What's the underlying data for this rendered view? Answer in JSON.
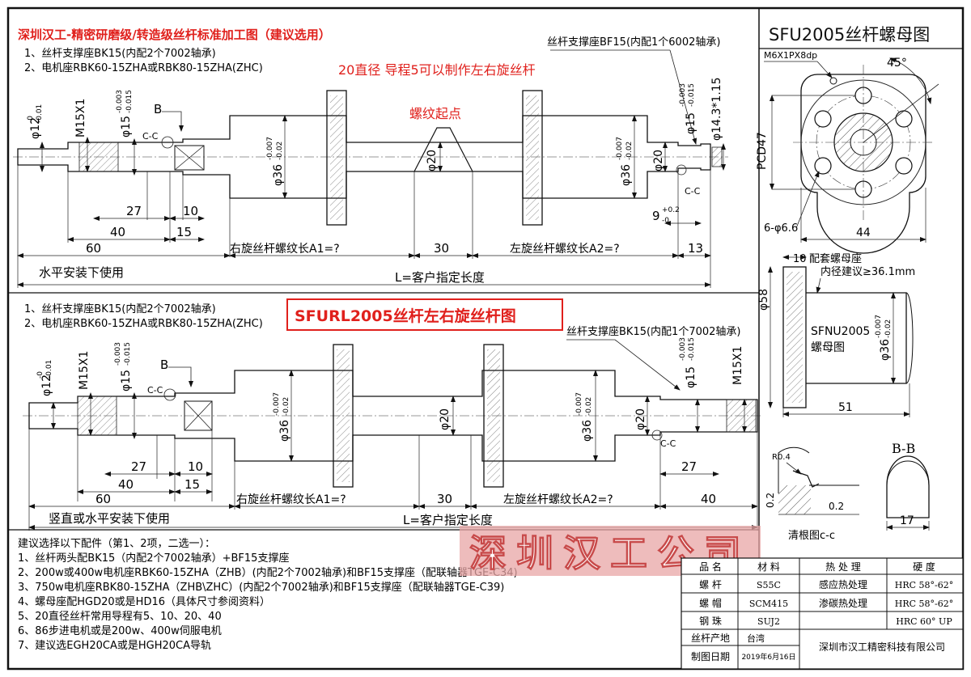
{
  "header": {
    "title": "深圳汉工-精密研磨级/转造级丝杆标准加工图（建议选用）",
    "top_title": "SFU2005丝杆螺母图"
  },
  "top_drawing": {
    "notes": [
      "1、丝杆支撑座BK15(内配2个7002轴承)",
      "2、电机座RBK60-15ZHA或RBK80-15ZHA(ZHC)"
    ],
    "red_note": "20直径 导程5可以制作左右旋丝杆",
    "thread_start": "螺纹起点",
    "bf15_label": "丝杆支撑座BF15(内配1个6002轴承)",
    "b_label": "B",
    "cc_label": "C-C",
    "dims": {
      "d12": "φ12",
      "d12_tol_up": "-0",
      "d12_tol_dn": "-0.01",
      "m15": "M15X1",
      "d15": "φ15",
      "d15_tol_up": "-0.003",
      "d15_tol_dn": "-0.015",
      "d36": "φ36",
      "d36_tol_up": "-0.007",
      "d36_tol_dn": "-0.02",
      "d20_mid": "φ20",
      "d20_right": "φ20",
      "d14": "φ14.3*1.15",
      "d36r": "φ36",
      "d36r_tol_up": "-0.007",
      "d36r_tol_dn": "-0.02",
      "d15r": "φ15",
      "d15r_tol_up": "-0.003",
      "d15r_tol_dn": "-0.015",
      "l27": "27",
      "l10": "10",
      "l40": "40",
      "l15": "15",
      "l60": "60",
      "l30": "30",
      "l13": "13",
      "l9": "9",
      "l9_tol_up": "+0.2",
      "l9_tol_dn": "-0",
      "a1": "右旋丝杆螺纹长A1=?",
      "a2": "左旋丝杆螺纹长A2=?",
      "total": "L=客户指定长度",
      "horizontal": "水平安装下使用"
    }
  },
  "banner": "SFURL2005丝杆左右旋丝杆图",
  "bottom_drawing": {
    "notes": [
      "1、丝杆支撑座BK15(内配2个7002轴承)",
      "2、电机座RBK60-15ZHA或RBK80-15ZHA(ZHC)"
    ],
    "bk15_right": "丝杆支撑座BK15(内配1个7002轴承)",
    "b_label": "B",
    "cc_label": "C-C",
    "dims": {
      "d12": "φ12",
      "d12_tol_up": "-0",
      "d12_tol_dn": "-0.01",
      "m15": "M15X1",
      "d15": "φ15",
      "d15_tol_up": "-0.003",
      "d15_tol_dn": "-0.015",
      "d36": "φ36",
      "d36_tol_up": "-0.007",
      "d36_tol_dn": "-0.02",
      "d20_mid": "φ20",
      "d36r": "φ36",
      "d36r_tol_up": "-0.007",
      "d36r_tol_dn": "-0.02",
      "d20_right": "φ20",
      "d15r": "φ15",
      "d15r_tol_up": "-0.003",
      "d15r_tol_dn": "-0.015",
      "m15r": "M15X1",
      "l27": "27",
      "l10": "10",
      "l40": "40",
      "l15": "15",
      "l60": "60",
      "l30": "30",
      "l27r": "27",
      "l40r": "40",
      "a1": "右旋丝杆螺纹长A1=?",
      "a2": "左旋丝杆螺纹长A2=?",
      "total": "L=客户指定长度",
      "install": "竖直或水平安装下使用"
    }
  },
  "nut_view": {
    "m6": "M6X1PX8dp",
    "angle": "45°",
    "pcd": "PCD47",
    "holes": "6-φ6.6",
    "width": "44"
  },
  "nut_side": {
    "d58": "φ58",
    "t10": "10",
    "seat_note_1": "配套螺母座",
    "seat_note_2": "内径建议≥36.1mm",
    "label_1": "SFNU2005",
    "label_2": "螺母图",
    "d36": "φ36",
    "d36_tol_up": "-0.007",
    "d36_tol_dn": "-0.02",
    "len": "51"
  },
  "detail_cc": {
    "r": "R0.4",
    "v1": "0.2",
    "v2": "0.2",
    "caption": "清根图c-c"
  },
  "detail_bb": {
    "title": "B-B",
    "width": "17"
  },
  "recommend": {
    "heading": "建议选择以下配件（第1、2项，二选一）：",
    "items": [
      "1、丝杆两头配BK15（内配2个7002轴承）+BF15支撑座",
      "2、200w或400w电机座RBK60-15ZHA（ZHB）(内配2个7002轴承)和BF15支撑座（配联轴器TGE-C34)",
      "3、750w电机座RBK80-15ZHA（ZHB\\ZHC）(内配2个7002轴承)和BF15支撑座（配联轴器TGE-C39)",
      "4、螺母座配HGD20或是HD16（具体尺寸参阅资料）",
      "5、20直径丝杆常用导程有5、10、20、40",
      "6、86步进电机或是200w、400w伺服电机",
      "7、建议选EGH20CA或是HGH20CA导轨"
    ]
  },
  "watermark": "深圳汉工公司",
  "table": {
    "headers": [
      "品  名",
      "材  料",
      "热 处 理",
      "硬  度"
    ],
    "rows": [
      [
        "螺  杆",
        "S55C",
        "感应热处理",
        "HRC 58°-62°"
      ],
      [
        "螺  帽",
        "SCM415",
        "渗碳热处理",
        "HRC 58°-62°"
      ],
      [
        "钢  珠",
        "SUJ2",
        "",
        "HRC 60° UP"
      ]
    ],
    "origin_label": "丝杆产地",
    "origin_value": "台湾",
    "date_label": "制图日期",
    "date_value": "2019年6月16日",
    "company": "深圳市汉工精密科技有限公司"
  }
}
